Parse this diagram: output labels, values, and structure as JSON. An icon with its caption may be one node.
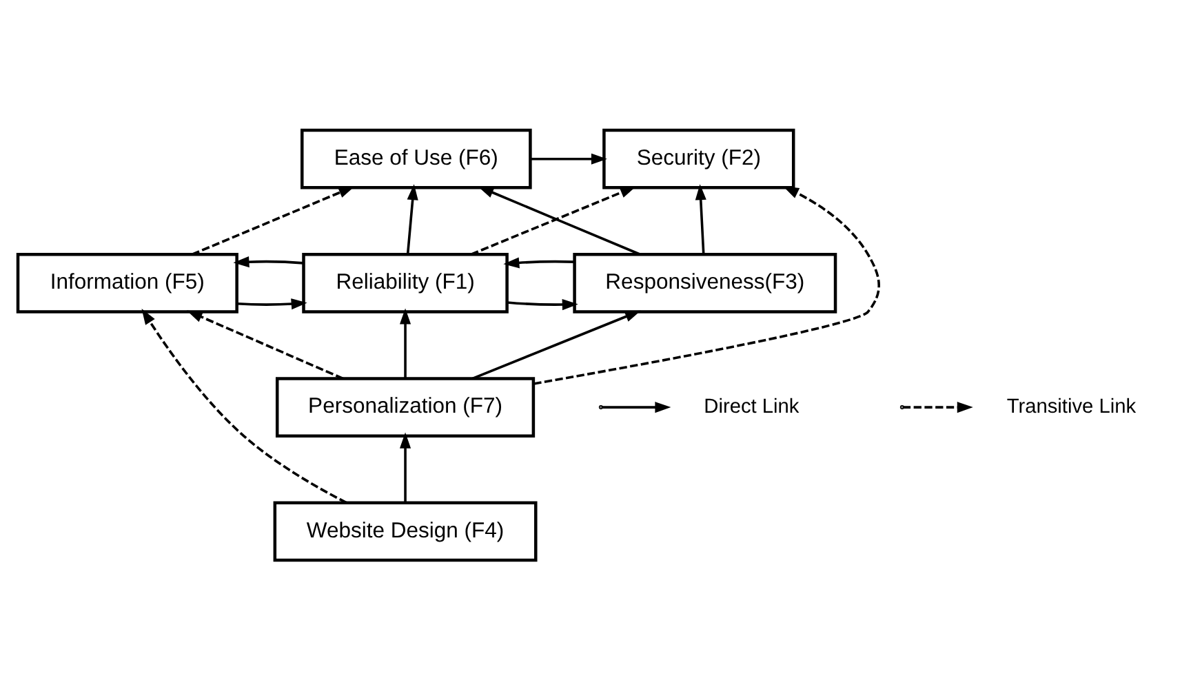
{
  "diagram": {
    "nodes": [
      {
        "text": [
          "Security (F2)"
        ]
      },
      {
        "text": [
          "Ease of Use (F6)"
        ]
      },
      {
        "text": [
          "Responsiveness(F3)"
        ]
      },
      {
        "text": [
          "Reliability (F1)"
        ]
      },
      {
        "text": [
          "Information (F5)"
        ]
      },
      {
        "text": [
          "Personalization (F7)"
        ]
      },
      {
        "text": [
          "Website Design (F4)"
        ]
      }
    ],
    "edges": [
      {
        "from": 1,
        "to": 0,
        "arrow": "to"
      },
      {
        "from": 2,
        "to": 0,
        "arrow": "to"
      },
      {
        "from": 2,
        "to": 1,
        "arrow": "to"
      },
      {
        "from": 3,
        "to": 1,
        "arrow": "to"
      },
      {
        "from": 3,
        "to": 0,
        "arrow": "to",
        "style": "dashed"
      },
      {
        "from": 2,
        "to": 3,
        "arrow": "to"
      },
      {
        "from": 3,
        "to": 2,
        "arrow": "to"
      },
      {
        "from": 3,
        "to": 4,
        "arrow": "to"
      },
      {
        "from": 4,
        "to": 3,
        "arrow": "to"
      },
      {
        "from": 4,
        "to": 1,
        "arrow": "to",
        "style": "dashed"
      },
      {
        "from": 5,
        "to": 2,
        "arrow": "to"
      },
      {
        "from": 5,
        "to": 3,
        "arrow": "to"
      },
      {
        "from": 5,
        "to": 0,
        "arrow": "to",
        "style": "dashed"
      },
      {
        "from": 5,
        "to": 4,
        "arrow": "to",
        "style": "dashed"
      },
      {
        "from": 6,
        "to": 5,
        "arrow": "to"
      },
      {
        "from": 6,
        "to": 4,
        "arrow": "to",
        "style": "dashed"
      }
    ],
    "legend": [
      {
        "text": "Direct Link"
      },
      {
        "text": "Transitive Link"
      }
    ]
  }
}
